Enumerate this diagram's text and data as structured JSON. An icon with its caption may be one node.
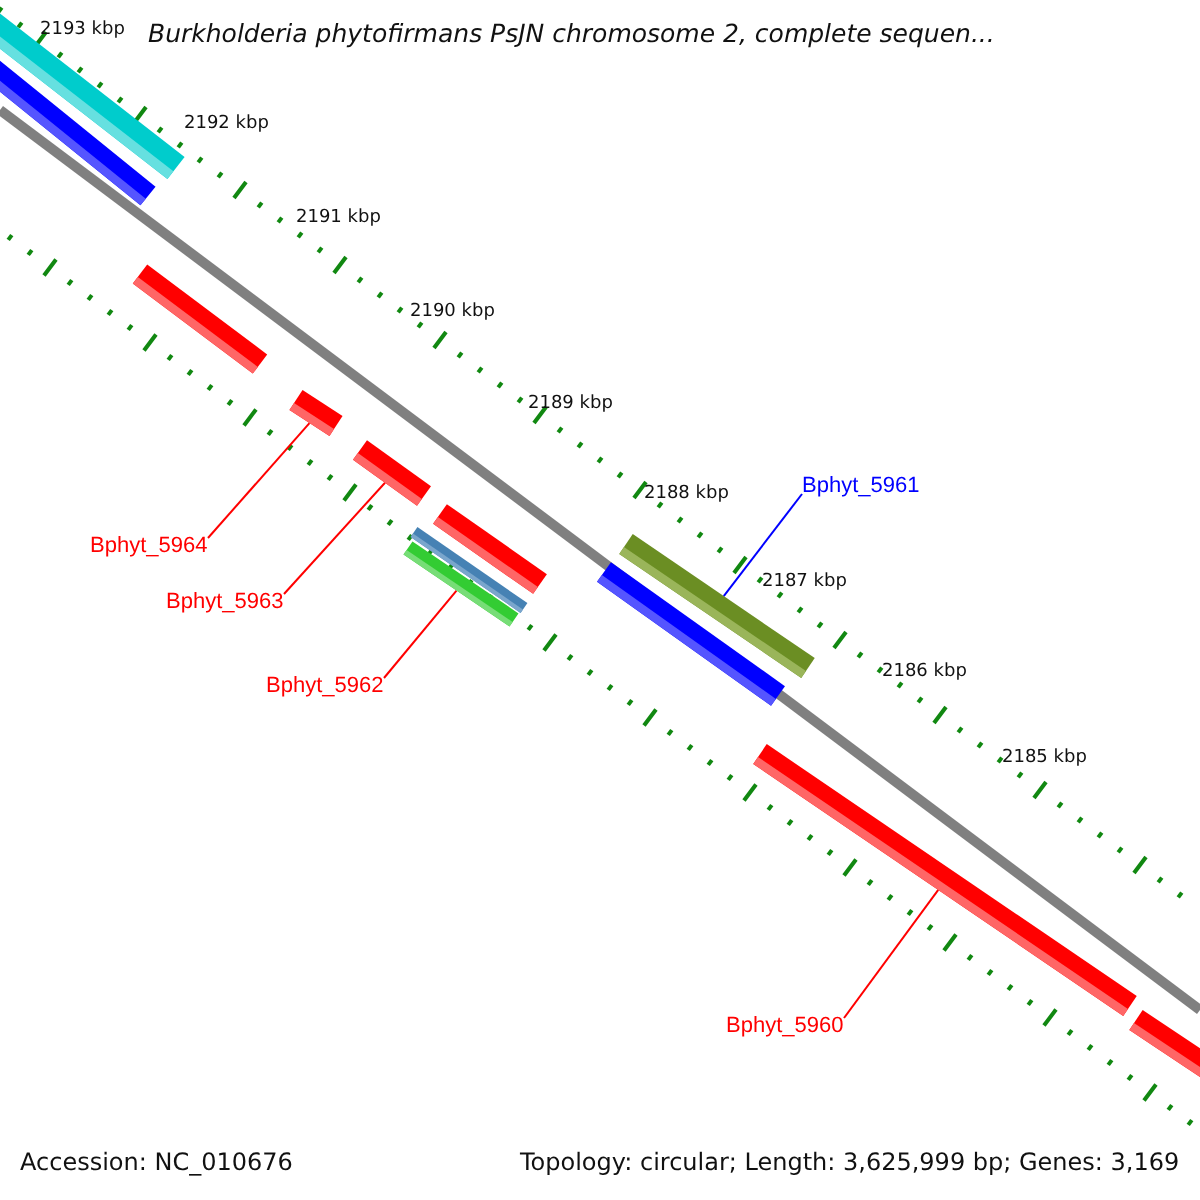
{
  "diagram": {
    "title": "Burkholderia phytofirmans PsJN chromosome 2, complete sequen...",
    "nodes": [
      {
        "text": [
          "Bphyt_5961"
        ]
      },
      {
        "text": [
          "Bphyt_5964"
        ]
      },
      {
        "text": [
          "Bphyt_5963"
        ]
      },
      {
        "text": [
          "Bphyt_5962"
        ]
      },
      {
        "text": [
          "Bphyt_5960"
        ]
      },
      {
        "text": [],
        "shape": "bar"
      },
      {
        "text": [],
        "shape": "bar"
      },
      {
        "text": [],
        "shape": "bar"
      },
      {
        "text": [],
        "shape": "bar"
      },
      {
        "text": [],
        "shape": "bar"
      }
    ],
    "edges": [
      {
        "from": 1,
        "to": 5,
        "arrow": "none"
      },
      {
        "from": 2,
        "to": 6,
        "arrow": "none"
      },
      {
        "from": 3,
        "to": 7,
        "arrow": "none"
      },
      {
        "from": 0,
        "to": 8,
        "arrow": "none",
        "color": "#0000ff"
      },
      {
        "from": 4,
        "to": 9,
        "arrow": "none"
      }
    ],
    "labels": [
      "2193 kbp",
      "2192 kbp",
      "2191 kbp",
      "2190 kbp",
      "2189 kbp",
      "2188 kbp",
      "2187 kbp",
      "2186 kbp",
      "2185 kbp",
      "Accession: NC_010676",
      "Topology: circular; Length: 3,625,999 bp; Genes: 3,169"
    ]
  }
}
